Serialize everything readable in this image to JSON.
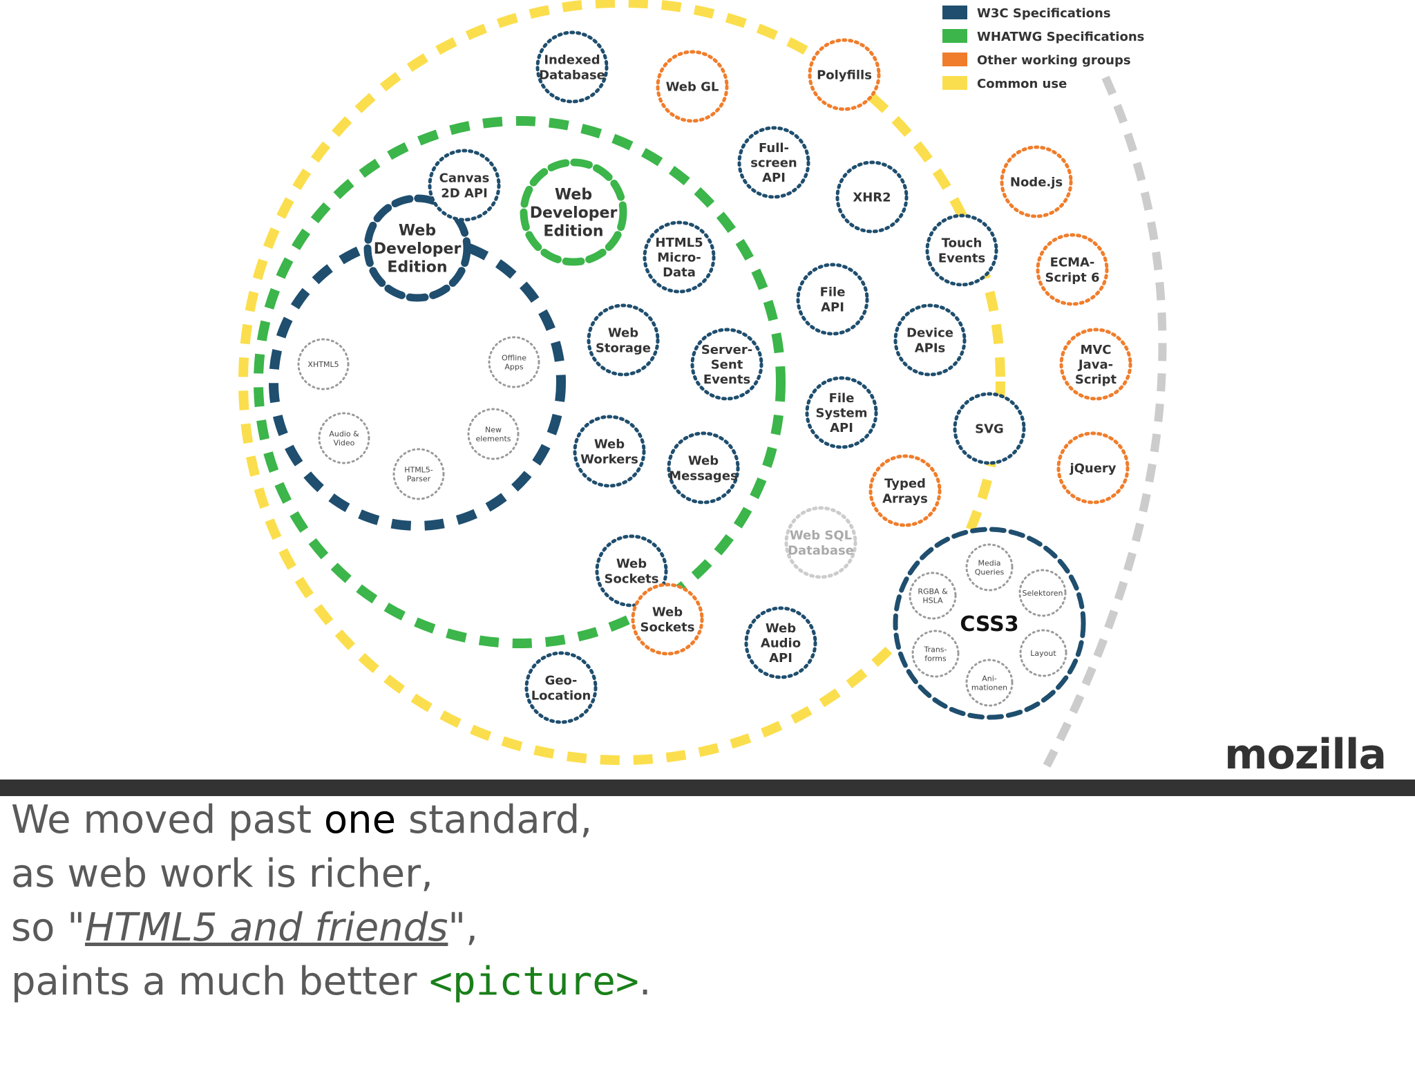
{
  "colors": {
    "w3c": "#1f4e6e",
    "whatwg": "#3cb54a",
    "other": "#f07d2b",
    "common": "#fbde4d",
    "grey": "#cccccc",
    "text": "#333333",
    "caption": "#5a5a5a",
    "code": "#1a7f1a"
  },
  "legend": [
    {
      "label": "W3C Specifications",
      "color": "#1f4e6e"
    },
    {
      "label": "WHATWG Specifications",
      "color": "#3cb54a"
    },
    {
      "label": "Other working groups",
      "color": "#f07d2b"
    },
    {
      "label": "Common use",
      "color": "#fbde4d"
    }
  ],
  "groups": [
    {
      "label": [
        "Web",
        "Developer",
        "Edition"
      ],
      "type": "w3c"
    },
    {
      "label": [
        "Web",
        "Developer",
        "Edition"
      ],
      "type": "whatwg"
    },
    {
      "label": [
        "CSS3"
      ],
      "type": "w3c"
    }
  ],
  "small_nodes": [
    {
      "label": [
        "XHTML5"
      ]
    },
    {
      "label": [
        "Offline",
        "Apps"
      ]
    },
    {
      "label": [
        "Audio &",
        "Video"
      ]
    },
    {
      "label": [
        "New",
        "elements"
      ]
    },
    {
      "label": [
        "HTML5-",
        "Parser"
      ]
    },
    {
      "label": [
        "Media",
        "Queries"
      ]
    },
    {
      "label": [
        "RGBA &",
        "HSLA"
      ]
    },
    {
      "label": [
        "Selektoren"
      ]
    },
    {
      "label": [
        "Trans-",
        "forms"
      ]
    },
    {
      "label": [
        "Layout"
      ]
    },
    {
      "label": [
        "Ani-",
        "mationen"
      ]
    }
  ],
  "nodes": [
    {
      "label": [
        "Indexed",
        "Database"
      ],
      "type": "w3c"
    },
    {
      "label": [
        "Web GL"
      ],
      "type": "other"
    },
    {
      "label": [
        "Polyfills"
      ],
      "type": "other"
    },
    {
      "label": [
        "Full-",
        "screen",
        "API"
      ],
      "type": "w3c"
    },
    {
      "label": [
        "XHR2"
      ],
      "type": "w3c"
    },
    {
      "label": [
        "Node.js"
      ],
      "type": "other"
    },
    {
      "label": [
        "Canvas",
        "2D API"
      ],
      "type": "w3c"
    },
    {
      "label": [
        "HTML5",
        "Micro-",
        "Data"
      ],
      "type": "w3c"
    },
    {
      "label": [
        "Touch",
        "Events"
      ],
      "type": "w3c"
    },
    {
      "label": [
        "ECMA-",
        "Script 6"
      ],
      "type": "other"
    },
    {
      "label": [
        "File",
        "API"
      ],
      "type": "w3c"
    },
    {
      "label": [
        "Web",
        "Storage"
      ],
      "type": "w3c"
    },
    {
      "label": [
        "Server-",
        "Sent",
        "Events"
      ],
      "type": "w3c"
    },
    {
      "label": [
        "Device",
        "APIs"
      ],
      "type": "w3c"
    },
    {
      "label": [
        "MVC",
        "Java-",
        "Script"
      ],
      "type": "other"
    },
    {
      "label": [
        "File",
        "System",
        "API"
      ],
      "type": "w3c"
    },
    {
      "label": [
        "SVG"
      ],
      "type": "w3c"
    },
    {
      "label": [
        "Web",
        "Workers"
      ],
      "type": "w3c"
    },
    {
      "label": [
        "Web",
        "Messages"
      ],
      "type": "w3c"
    },
    {
      "label": [
        "jQuery"
      ],
      "type": "other"
    },
    {
      "label": [
        "Typed",
        "Arrays"
      ],
      "type": "other"
    },
    {
      "label": [
        "Web SQL",
        "Database"
      ],
      "type": "grey"
    },
    {
      "label": [
        "Web",
        "Sockets"
      ],
      "type": "w3c"
    },
    {
      "label": [
        "Web",
        "Sockets"
      ],
      "type": "other"
    },
    {
      "label": [
        "Web",
        "Audio",
        "API"
      ],
      "type": "w3c"
    },
    {
      "label": [
        "Geo-",
        "Location"
      ],
      "type": "w3c"
    }
  ],
  "brand": "mozilla",
  "caption": {
    "l1a": "We moved past ",
    "l1b": "one",
    "l1c": " standard,",
    "l2": "as web work is richer,",
    "l3a": "so \"",
    "l3b": "HTML5 and friends",
    "l3c": "\",",
    "l4a": "paints a much better ",
    "l4b": "<picture>",
    "l4c": "."
  }
}
